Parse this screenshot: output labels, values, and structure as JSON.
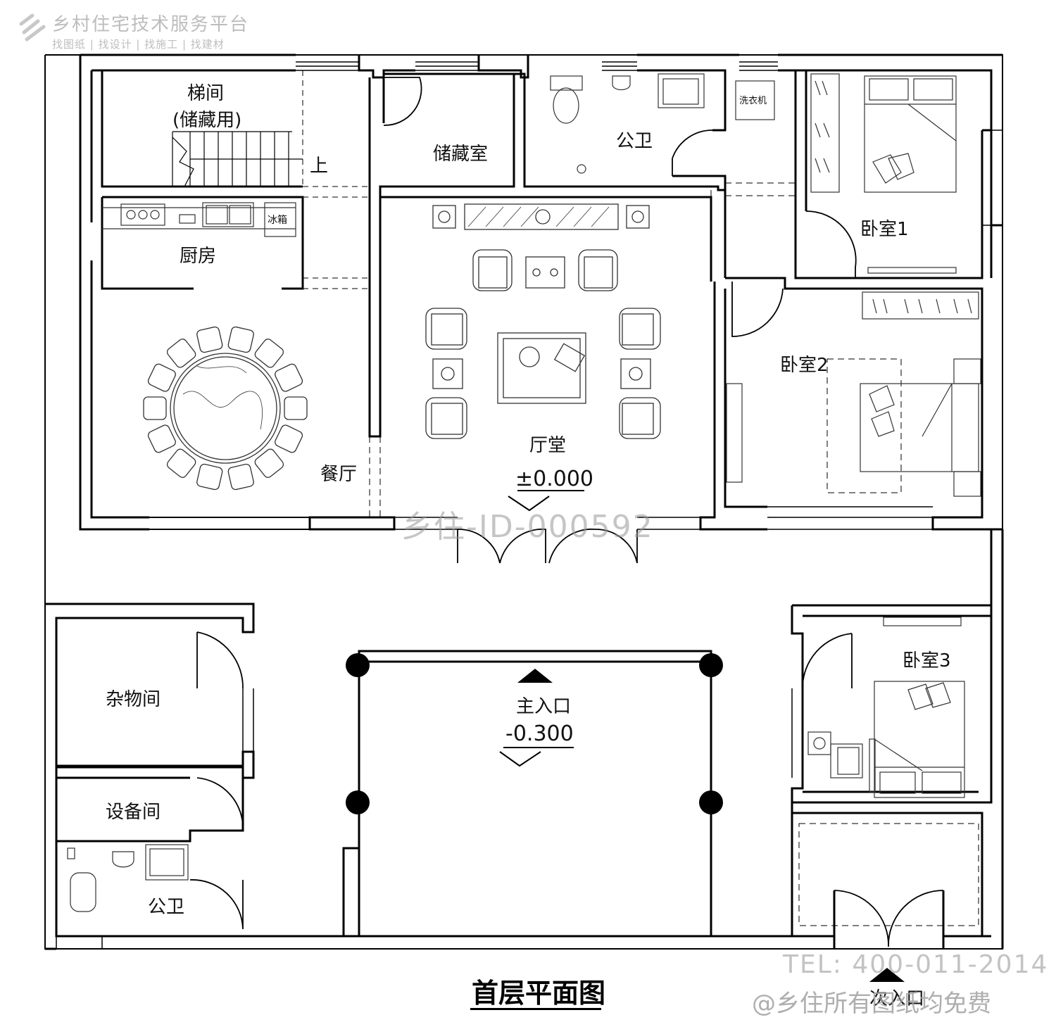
{
  "watermark": {
    "platform_name": "乡村住宅技术服务平台",
    "platform_tagline": "找图纸 | 找设计 | 找施工 | 找建材",
    "design_id": "乡住-ID-000592",
    "phone": "TEL: 400-011-2014",
    "free_note": "@乡住所有图纸均免费"
  },
  "drawing_title": "首层平面图",
  "rooms": {
    "stair": "梯间",
    "stair_note": "(储藏用)",
    "stair_up": "上",
    "storage": "储藏室",
    "bath_north": "公卫",
    "washer": "洗衣机",
    "bedroom1": "卧室1",
    "kitchen": "厨房",
    "fridge": "冰箱",
    "dining": "餐厅",
    "hall": "厅堂",
    "hall_level": "±0.000",
    "bedroom2": "卧室2",
    "sundry": "杂物间",
    "equipment": "设备间",
    "bath_south": "公卫",
    "entrance": "主入口",
    "entrance_level": "-0.300",
    "bedroom3": "卧室3",
    "side_entrance": "次入口"
  },
  "colors": {
    "wall": "#000000",
    "furniture": "#333333",
    "watermark": "#bdbdbd"
  }
}
